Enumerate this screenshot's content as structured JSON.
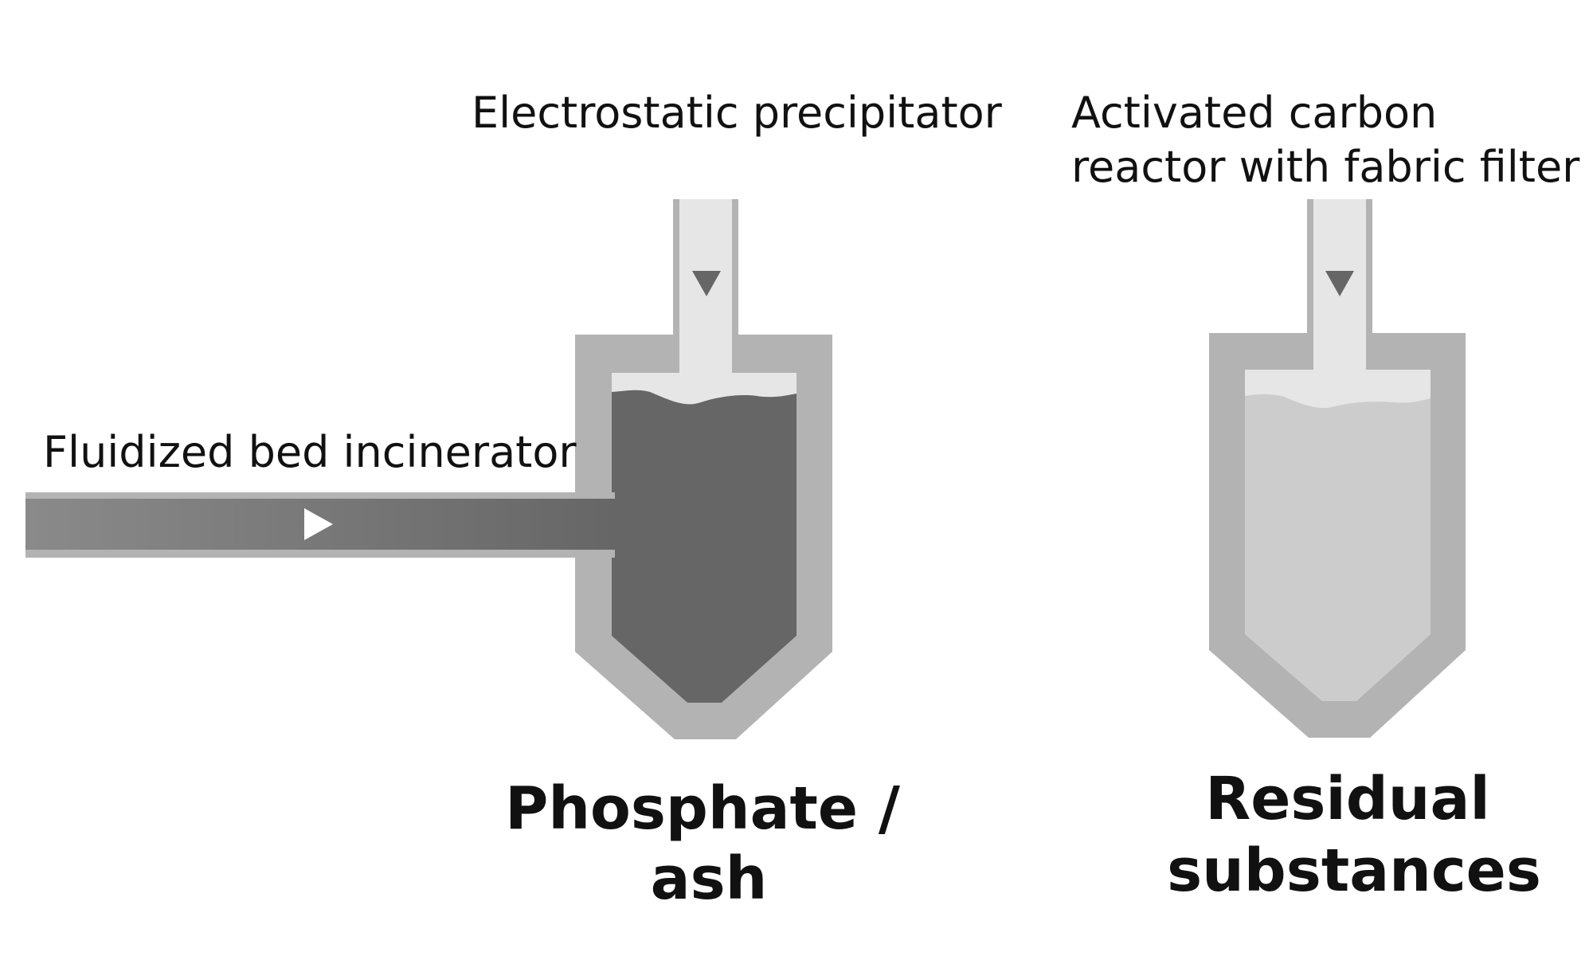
{
  "labels": {
    "incinerator": "Fluidized bed incinerator",
    "precipitator": "Electrostatic precipitator",
    "carbon_reactor_line1": "Activated carbon",
    "carbon_reactor_line2": "reactor with fabric filter",
    "output1_line1": "Phosphate /",
    "output1_line2": "ash",
    "output2_line1": "Residual",
    "output2_line2": "substances"
  },
  "colors": {
    "outer_shell": "#b3b3b3",
    "pipe_light": "#e6e6e6",
    "dark_fill": "#666666",
    "light_fill": "#cccccc",
    "pipe_gradient_start": "#8a8a8a",
    "pipe_gradient_end": "#666666",
    "arrow_dark": "#666666",
    "arrow_light": "#ffffff",
    "text": "#111111"
  },
  "icons": {
    "flow_arrow_right": "triangle-right-icon",
    "flow_arrow_down": "triangle-down-icon"
  }
}
